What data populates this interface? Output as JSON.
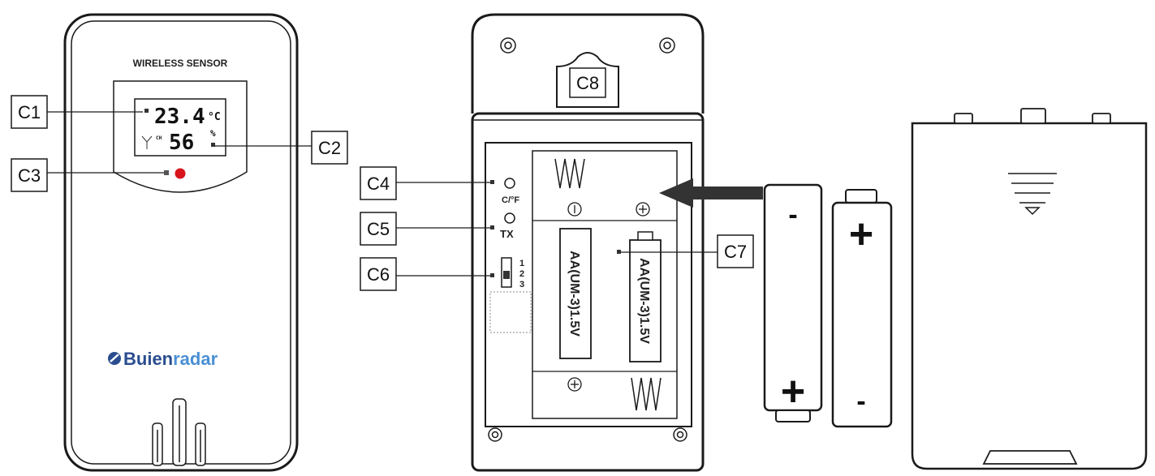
{
  "front": {
    "title": "WIRELESS SENSOR",
    "temperature": "23.4",
    "temp_unit": "°C",
    "humidity": "56",
    "hum_unit": "%",
    "brand": "Buienradar",
    "brand_part1": "Buien",
    "brand_part2": "radar"
  },
  "callouts": {
    "c1": "C1",
    "c2": "C2",
    "c3": "C3",
    "c4": "C4",
    "c5": "C5",
    "c6": "C6",
    "c7": "C7",
    "c8": "C8"
  },
  "back": {
    "cf_label": "C/°F",
    "tx_label": "TX",
    "switch_labels": [
      "1",
      "2",
      "3"
    ],
    "battery_text": "AA(UM-3)1.5V"
  },
  "batteries": {
    "minus": "-",
    "plus": "+"
  },
  "colors": {
    "led": "#d8141c",
    "brand_blue": "#2a4d8f",
    "brand_light": "#4a8fd4",
    "outline": "#1a1a1a",
    "arrow": "#333333"
  }
}
